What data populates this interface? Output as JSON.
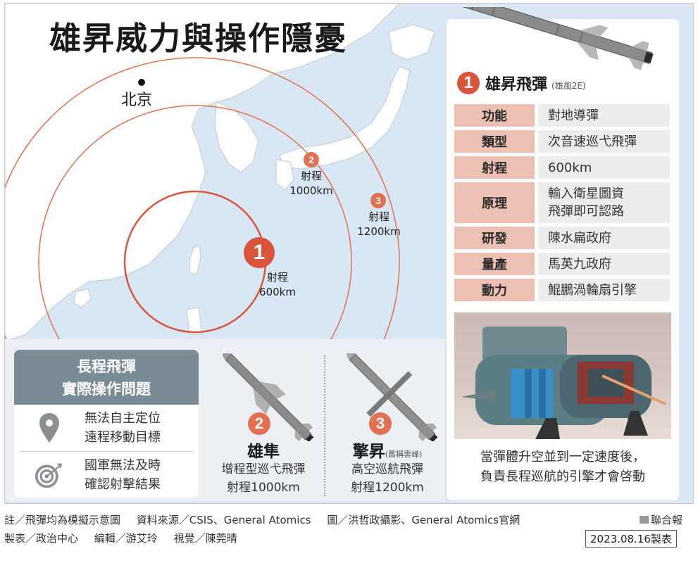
{
  "title": "雄昇威力與操作隱憂",
  "map": {
    "city_label": "北京",
    "ranges": [
      {
        "number": "1",
        "label": "射程",
        "distance": "600km"
      },
      {
        "number": "2",
        "label": "射程",
        "distance": "1000km"
      },
      {
        "number": "3",
        "label": "射程",
        "distance": "1200km"
      }
    ],
    "colors": {
      "sea": "#d9e6f3",
      "land": "#ffffff",
      "range_circle": "#d9543a"
    }
  },
  "missile_1": {
    "number": "1",
    "name": "雄昇飛彈",
    "alias": "(雄風2E)",
    "specs": [
      {
        "key": "功能",
        "value": [
          "對地導彈"
        ]
      },
      {
        "key": "類型",
        "value": [
          "次音速巡弋飛彈"
        ]
      },
      {
        "key": "射程",
        "value": [
          "600km"
        ]
      },
      {
        "key": "原理",
        "value": [
          "輸入衛星圖資",
          "飛彈即可認路"
        ]
      },
      {
        "key": "研發",
        "value": [
          "陳水扁政府"
        ]
      },
      {
        "key": "量產",
        "value": [
          "馬英九政府"
        ]
      },
      {
        "key": "動力",
        "value": [
          "鯤鵬渦輪扇引擎"
        ]
      }
    ],
    "photo_caption": [
      "當彈體升空並到一定速度後，",
      "負責長程巡航的引擎才會啓動"
    ]
  },
  "issues": {
    "heading": [
      "長程飛彈",
      "實際操作問題"
    ],
    "items": [
      {
        "icon": "map-pin-icon",
        "text": [
          "無法自主定位",
          "遠程移動目標"
        ]
      },
      {
        "icon": "target-icon",
        "text": [
          "國軍無法及時",
          "確認射擊結果"
        ]
      }
    ]
  },
  "missile_2": {
    "number": "2",
    "name": "雄隼",
    "alias": "",
    "desc": [
      "增程型巡弋飛彈",
      "射程1000km"
    ]
  },
  "missile_3": {
    "number": "3",
    "name": "擎昇",
    "alias": "(舊稱雲峰)",
    "desc": [
      "高空巡航飛彈",
      "射程1200km"
    ]
  },
  "footer": {
    "line1": [
      "註／飛彈均為模擬示意圖",
      "資料來源／CSIS、General Atomics",
      "圖／洪哲政攝影、General Atomics官網"
    ],
    "line2": [
      "製表／政治中心",
      "編輯／游艾玲",
      "視覺／陳莞晴"
    ],
    "brand": "聯合報",
    "date": "2023.08.16製表"
  }
}
